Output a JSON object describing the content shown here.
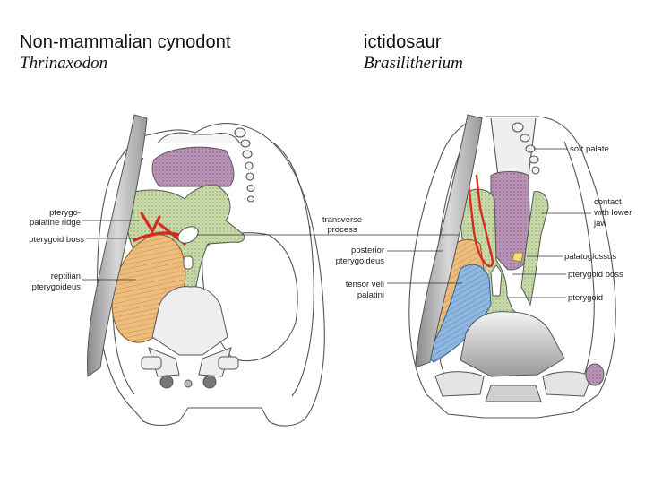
{
  "left_panel": {
    "title": "Non-mammalian cynodont",
    "subtitle": "Thrinaxodon",
    "labels": {
      "pterygopalatine_1": "pterygo-",
      "pterygopalatine_2": "palatine ridge",
      "pterygoid_boss": "pterygoid boss",
      "reptilian_1": "reptilian",
      "reptilian_2": "pterygoideus",
      "transverse_1": "transverse",
      "transverse_2": "process"
    }
  },
  "right_panel": {
    "title": "ictidosaur",
    "subtitle": "Brasilitherium",
    "labels": {
      "posterior_1": "posterior",
      "posterior_2": "pterygoideus",
      "tensor_1": "tensor veli",
      "tensor_2": "palatini",
      "soft_palate": "soft palate",
      "contact_1": "contact",
      "contact_2": "with lower",
      "contact_3": "jaw",
      "palatoglossus": "palatoglossus",
      "pterygoid_boss": "pterygoid boss",
      "pterygoid": "pterygoid"
    }
  },
  "colors": {
    "outline": "#555555",
    "bone": "#eeeeee",
    "dark_bone": "#b8b8b8",
    "purple": "#b893b6",
    "green": "#c8d9a8",
    "orange": "#eebc7c",
    "blue": "#8fb8e0",
    "red": "#d62b20",
    "yellow": "#f0e27a"
  }
}
